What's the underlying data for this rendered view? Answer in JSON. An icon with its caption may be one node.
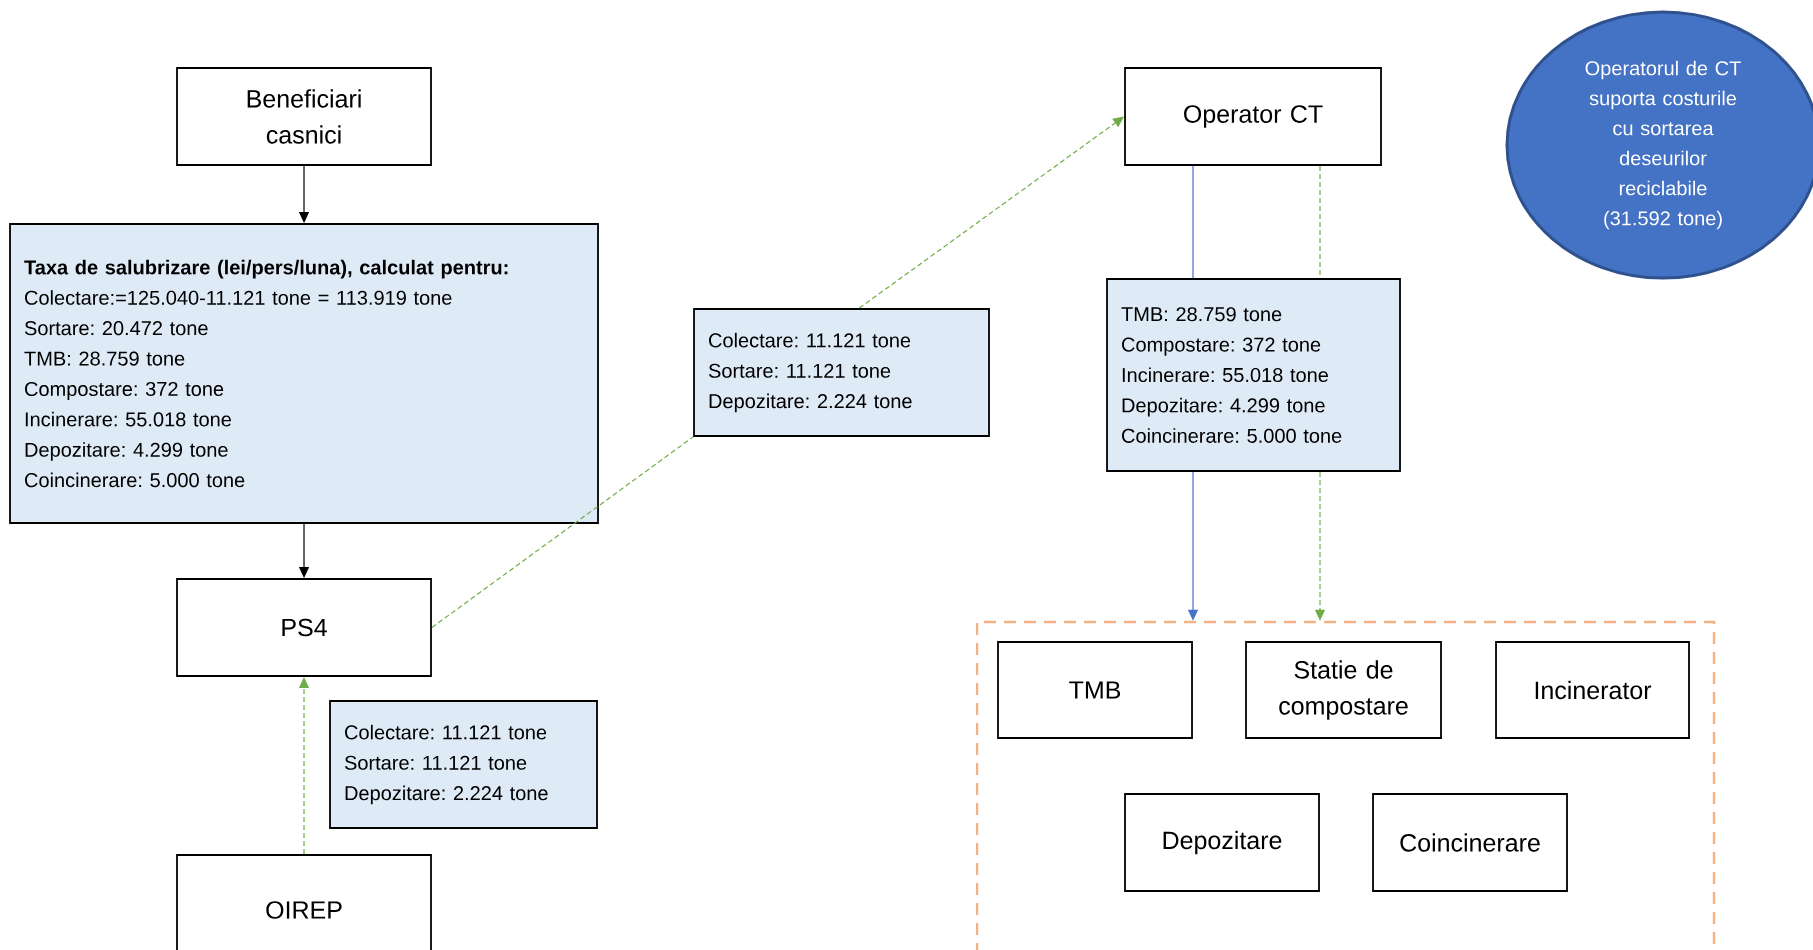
{
  "diagram": {
    "nodes": [
      {
        "text": [
          "Beneficiari casnici"
        ]
      },
      {
        "text": [
          "Operator CT"
        ]
      },
      {
        "text": [
          "Operatorul de CT suporta costurile cu sortarea deseurilor reciclabile (31.592 tone)"
        ]
      },
      {
        "text": [
          "Taxa de salubrizare (lei/pers/luna), calculat pentru:",
          "Colectare:=125.040-11.121 tone = 113.919 tone",
          "Sortare: 20.472 tone",
          "TMB: 28.759 tone",
          "Compostare: 372 tone",
          "Incinerare: 55.018 tone",
          "Depozitare: 4.299 tone",
          "Coincinerare: 5.000 tone"
        ]
      },
      {
        "text": [
          "Colectare: 11.121 tone",
          "Sortare: 11.121 tone",
          "Depozitare: 2.224 tone"
        ]
      },
      {
        "text": [
          "TMB: 28.759 tone",
          "Compostare: 372 tone",
          "Incinerare: 55.018 tone",
          "Depozitare: 4.299 tone",
          "Coincinerare: 5.000 tone"
        ]
      },
      {
        "text": [
          "PS4"
        ]
      },
      {
        "text": [
          "Colectare: 11.121 tone",
          "Sortare: 11.121 tone",
          "Depozitare: 2.224 tone"
        ]
      },
      {
        "text": [
          "OIREP"
        ]
      },
      {
        "text": [],
        "shape": "box"
      },
      {
        "text": [
          "TMB"
        ],
        "in": 9
      },
      {
        "text": [
          "Statie de compostare"
        ],
        "in": 9
      },
      {
        "text": [
          "Incinerator"
        ],
        "in": 9
      },
      {
        "text": [
          "Depozitare"
        ],
        "in": 9
      },
      {
        "text": [
          "Coincinerare"
        ],
        "in": 9
      }
    ],
    "edges": [
      {
        "from": 0,
        "to": 3,
        "arrow": "to",
        "color": "#000000"
      },
      {
        "from": 3,
        "to": 6,
        "arrow": "to",
        "color": "#000000"
      },
      {
        "from": 6,
        "to": 4,
        "arrow": "none",
        "style": "dashed",
        "color": "#70ad47"
      },
      {
        "from": 4,
        "to": 1,
        "arrow": "to",
        "style": "dashed",
        "color": "#70ad47"
      },
      {
        "from": 8,
        "to": 6,
        "arrow": "to",
        "style": "dashed",
        "color": "#70ad47"
      },
      {
        "from": 1,
        "to": 5,
        "arrow": "none",
        "color": "#4472c4"
      },
      {
        "from": 5,
        "to": 9,
        "arrow": "to",
        "color": "#4472c4"
      },
      {
        "from": 1,
        "to": 5,
        "arrow": "none",
        "style": "dashed",
        "color": "#70ad47"
      },
      {
        "from": 5,
        "to": 9,
        "arrow": "to",
        "style": "dashed",
        "color": "#70ad47"
      }
    ]
  }
}
